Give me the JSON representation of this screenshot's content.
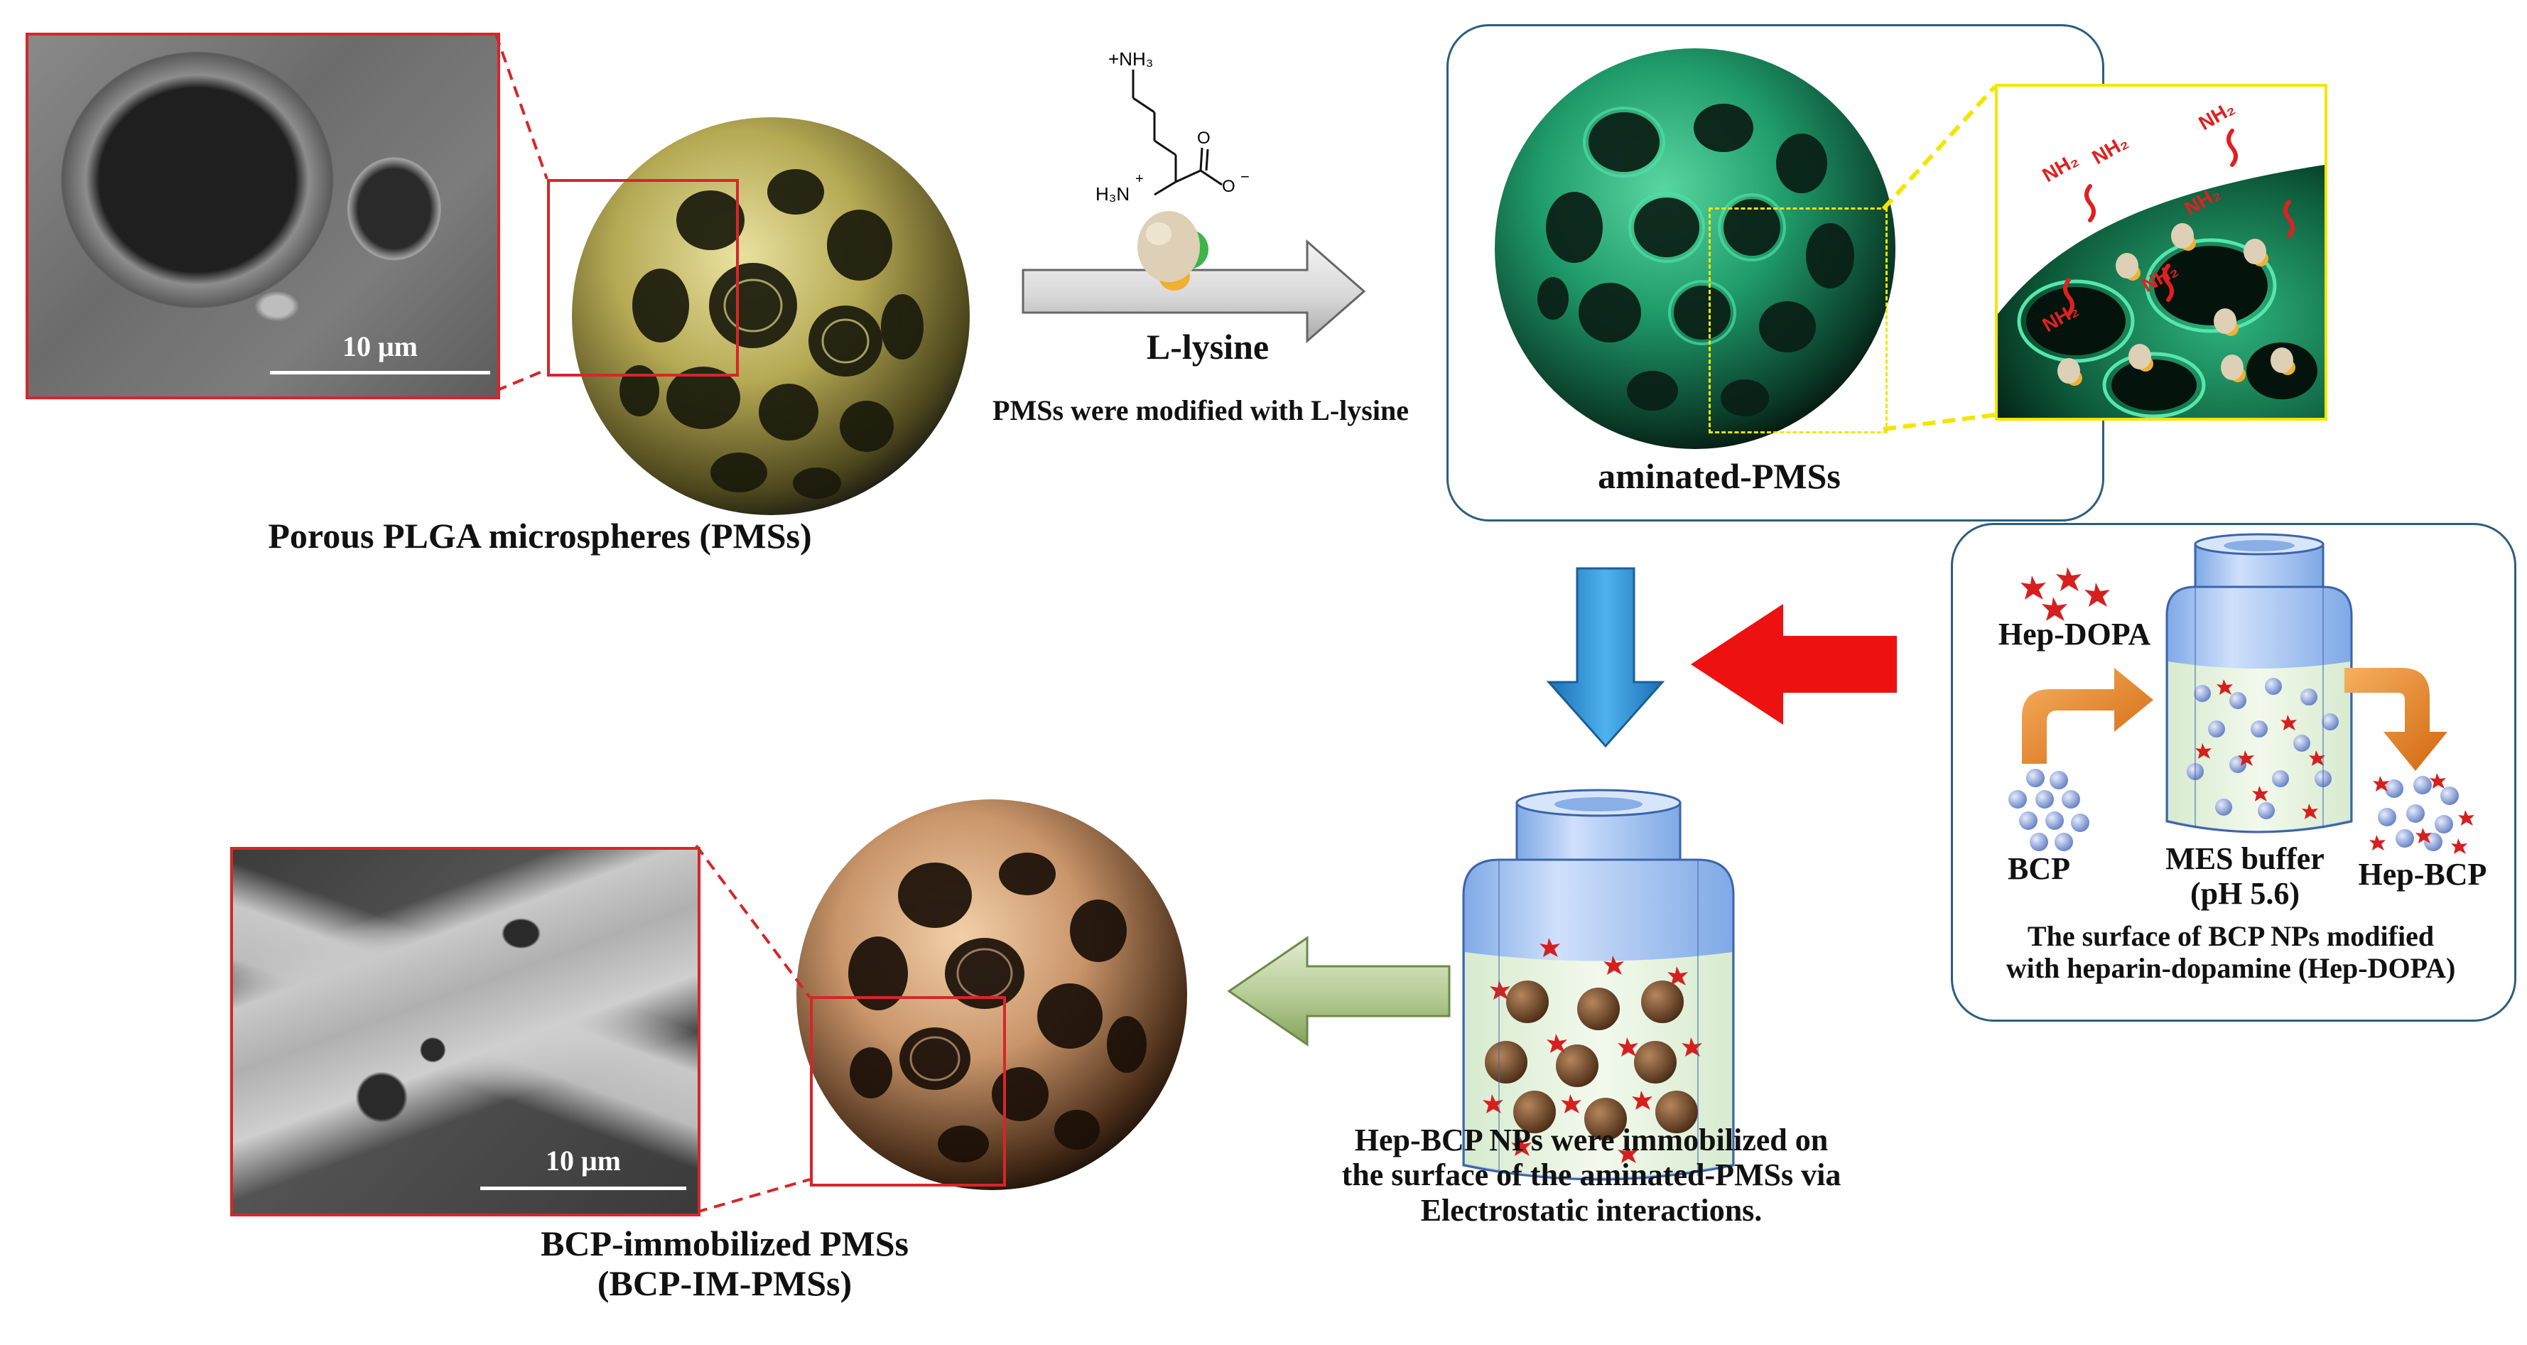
{
  "labels": {
    "pms_caption": "Porous PLGA  microspheres (PMSs)",
    "lysine_name": "L-lysine",
    "lysine_step": "PMSs were modified with L-lysine",
    "aminated": "aminated-PMSs",
    "nh2": "NH₂",
    "hep_dopa": "Hep-DOPA",
    "bcp": "BCP",
    "mes_buffer_line1": "MES buffer",
    "mes_buffer_line2": "(pH 5.6)",
    "hep_bcp": "Hep-BCP",
    "bcp_surface_line1": "The surface of BCP NPs modified",
    "bcp_surface_line2": "with heparin-dopamine (Hep-DOPA)",
    "immob_line1": "Hep-BCP NPs were immobilized on",
    "immob_line2": "the surface of the aminated-PMSs via",
    "immob_line3": "Electrostatic interactions.",
    "final_line1": "BCP-immobilized PMSs",
    "final_line2": "(BCP-IM-PMSs)",
    "scale_top": "10 μm",
    "scale_bottom": "10 μm"
  },
  "chem": {
    "nh3": "+NH₃",
    "h3n": "H₃N",
    "plus": "+",
    "o": "O",
    "o_minus": "O",
    "minus": "−"
  },
  "colors": {
    "pms_sphere": "#d9cf7a",
    "aminated_sphere": "#1f9a6a",
    "bcp_sphere": "#c9956a",
    "sem_border": "#d6262a",
    "box_border": "#2c5e7c",
    "blue_arrow": "#2b8fd6",
    "red_arrow": "#ee1111",
    "green_arrow": "#9bb87a",
    "orange_arrow": "#e07a1c",
    "zoom_border": "#f2e600"
  }
}
